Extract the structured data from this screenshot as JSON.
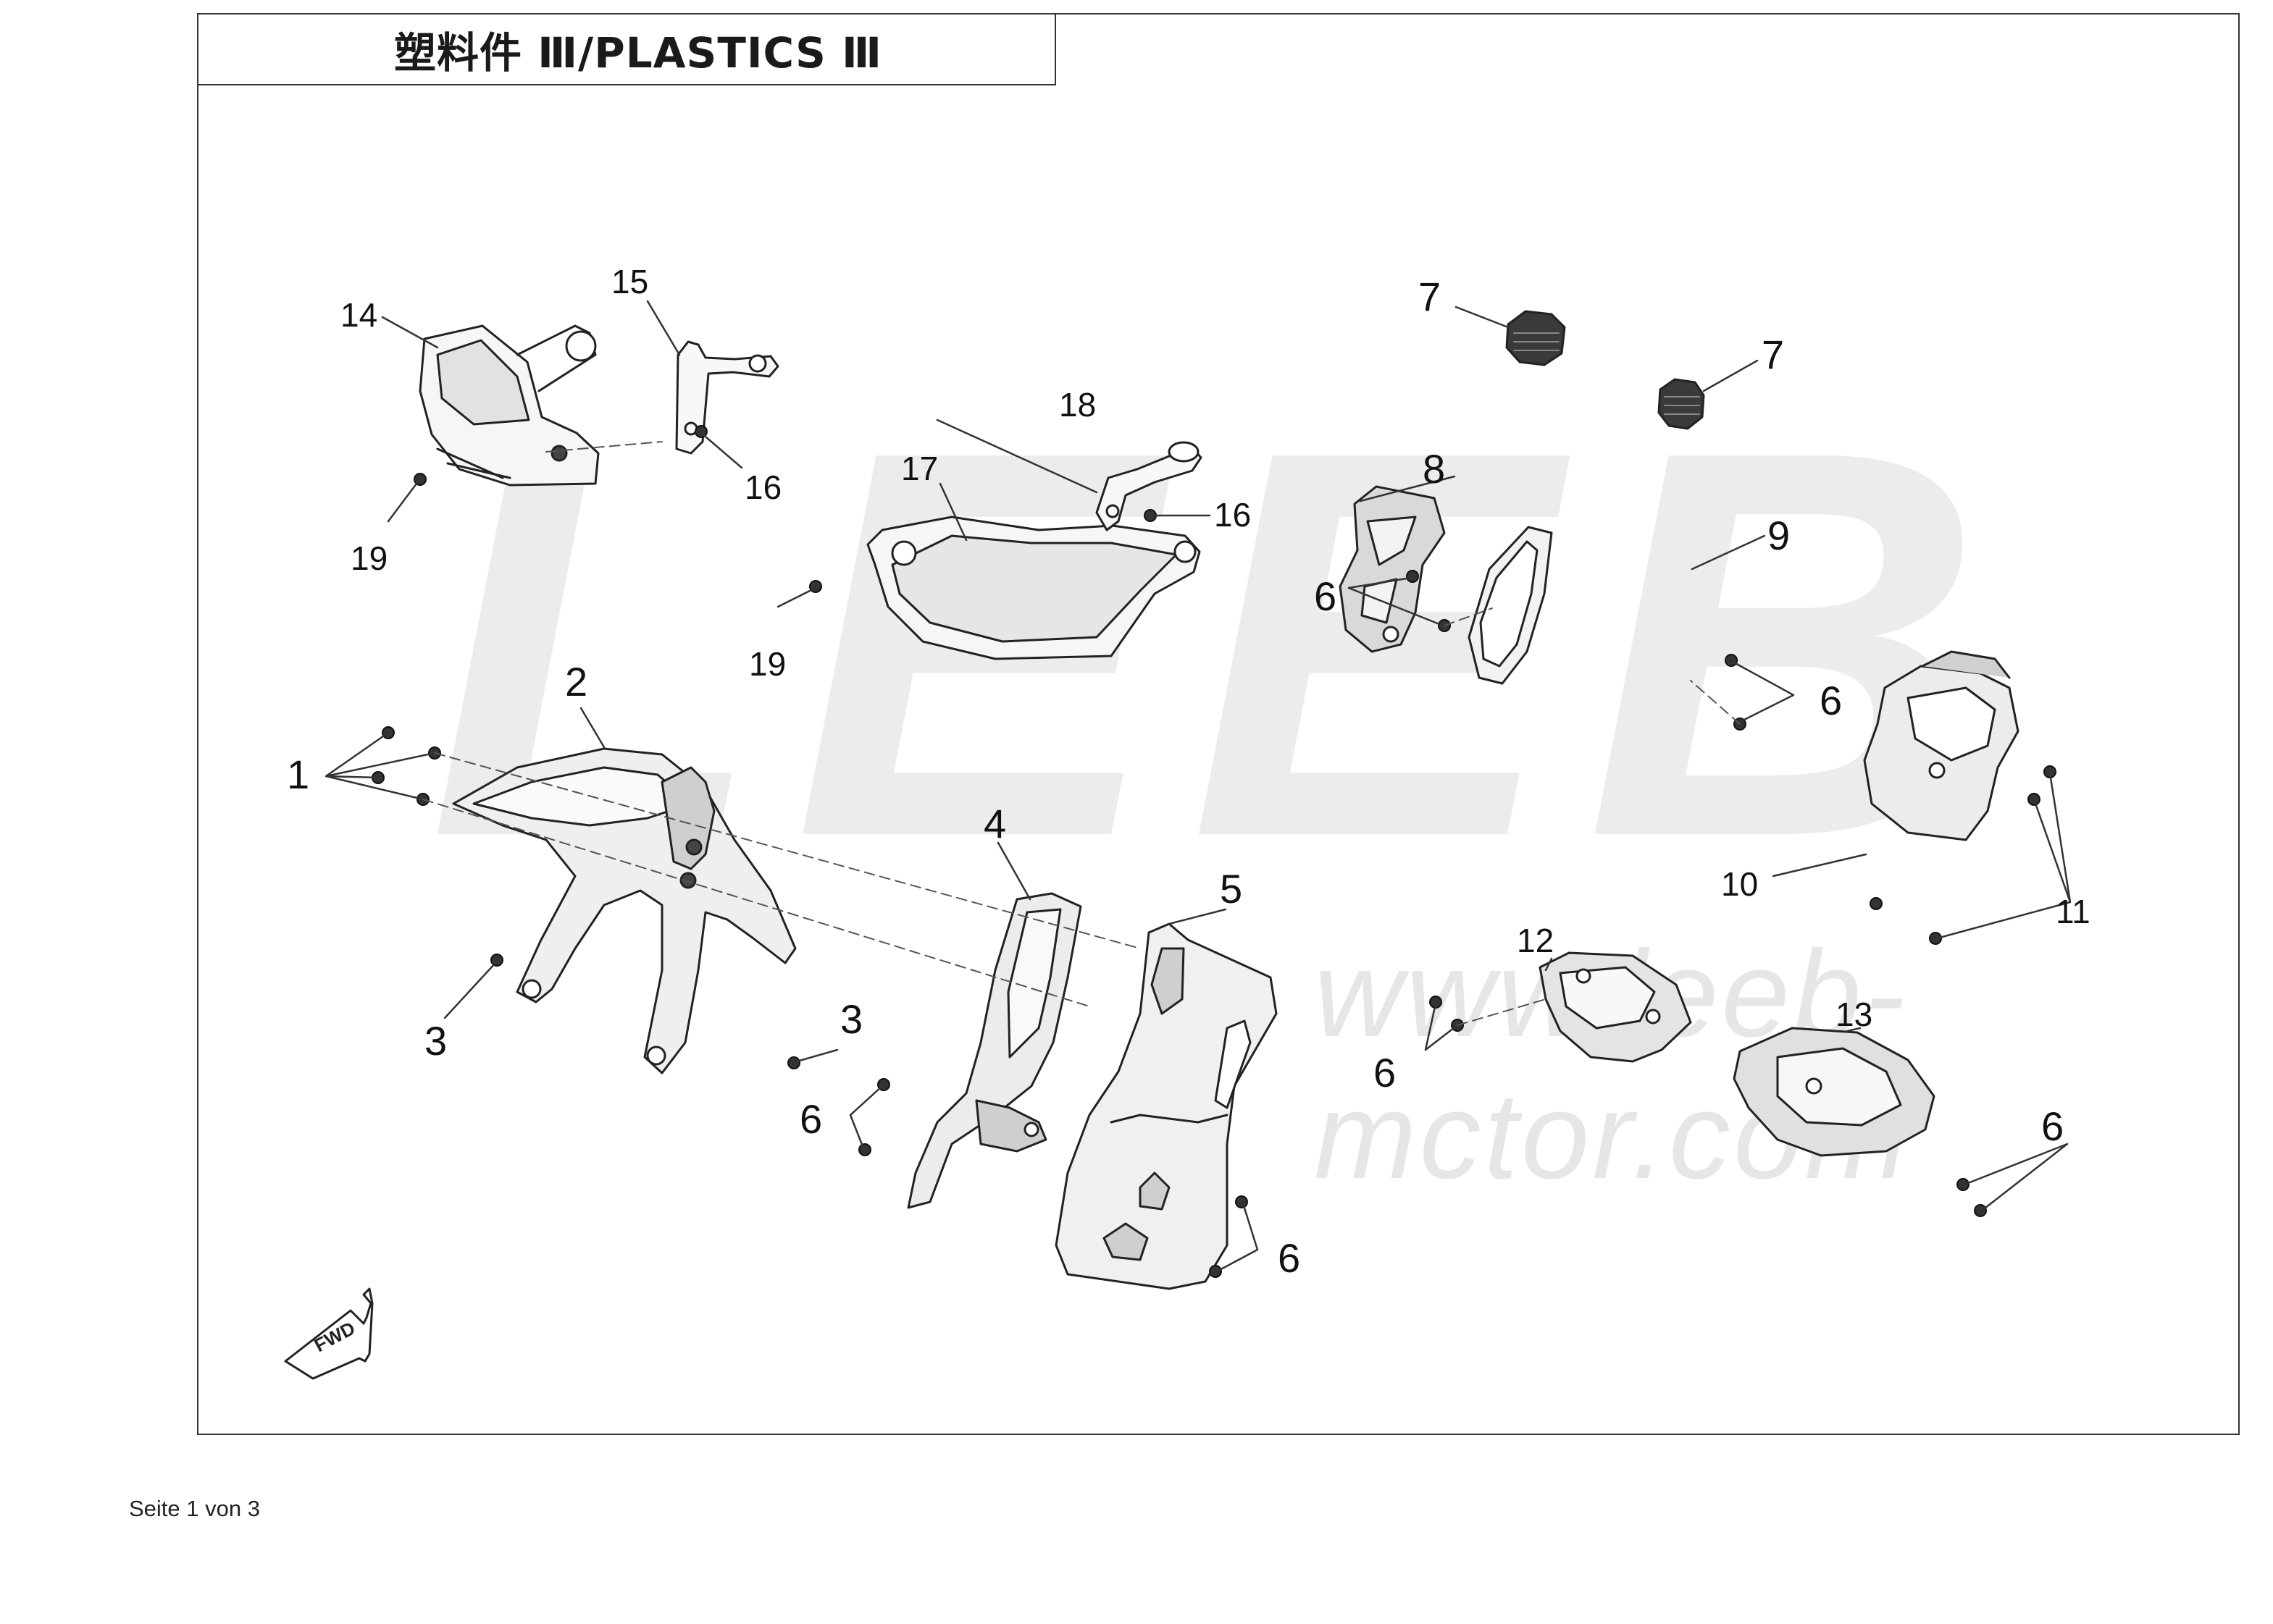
{
  "header": {
    "title": "塑料件 Ⅲ/PLASTICS Ⅲ"
  },
  "watermark": {
    "logo": "LEEB",
    "url": "www.leeb-mctor.com"
  },
  "callouts": {
    "n1": "1",
    "n2": "2",
    "n3a": "3",
    "n3b": "3",
    "n4": "4",
    "n5": "5",
    "n6a": "6",
    "n6b": "6",
    "n6c": "6",
    "n6d": "6",
    "n6e": "6",
    "n6f": "6",
    "n7a": "7",
    "n7b": "7",
    "n8": "8",
    "n9": "9",
    "n10": "10",
    "n11": "11",
    "n12": "12",
    "n13": "13",
    "n14": "14",
    "n15": "15",
    "n16a": "16",
    "n16b": "16",
    "n17": "17",
    "n18": "18",
    "n19a": "19",
    "n19b": "19"
  },
  "fwd_badge": "FWD",
  "footer": {
    "page": "Seite 1 von 3"
  }
}
